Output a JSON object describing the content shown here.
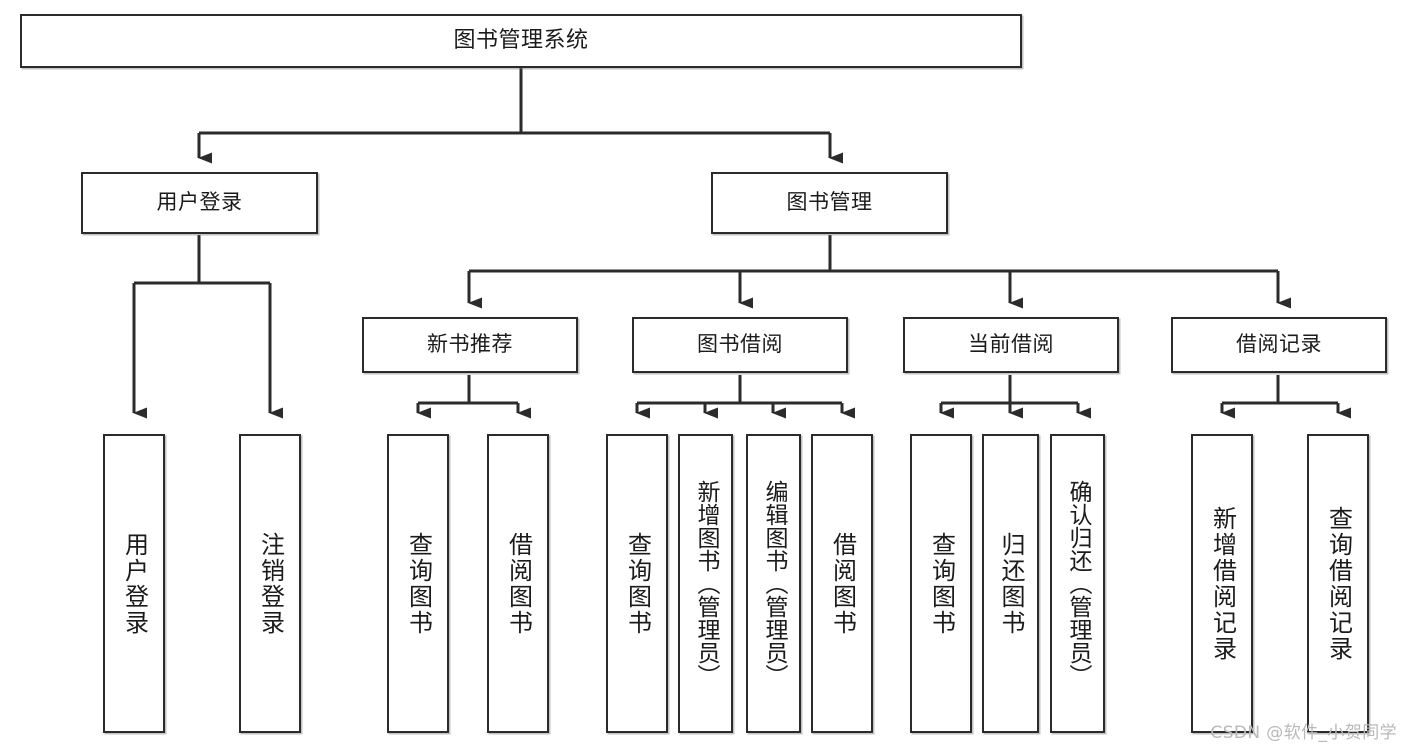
{
  "diagram": {
    "title": "图书管理系统",
    "type": "功能结构图",
    "watermark": "CSDN @软件_小贺同学",
    "line_color": "#2b2b2b",
    "box_fill": "#ffffff",
    "text_color": "#1b1b1b",
    "watermark_color": "#b9b9b9"
  },
  "nodes": {
    "root": {
      "label": "图书管理系统"
    },
    "level2": [
      {
        "label": "用户登录"
      },
      {
        "label": "图书管理"
      }
    ],
    "level3": [
      {
        "label": "新书推荐"
      },
      {
        "label": "图书借阅"
      },
      {
        "label": "当前借阅"
      },
      {
        "label": "借阅记录"
      }
    ],
    "leaves": {
      "user_login": [
        {
          "label": "用户登录"
        },
        {
          "label": "注销登录"
        }
      ],
      "new_book": [
        {
          "label": "查询图书"
        },
        {
          "label": "借阅图书"
        }
      ],
      "book_borrow": [
        {
          "label": "查询图书"
        },
        {
          "label": "新增图书（管理员）"
        },
        {
          "label": "编辑图书（管理员）"
        },
        {
          "label": "借阅图书"
        }
      ],
      "current_borrow": [
        {
          "label": "查询图书"
        },
        {
          "label": "归还图书"
        },
        {
          "label": "确认归还（管理员）"
        }
      ],
      "borrow_record": [
        {
          "label": "新增借阅记录"
        },
        {
          "label": "查询借阅记录"
        }
      ]
    }
  }
}
